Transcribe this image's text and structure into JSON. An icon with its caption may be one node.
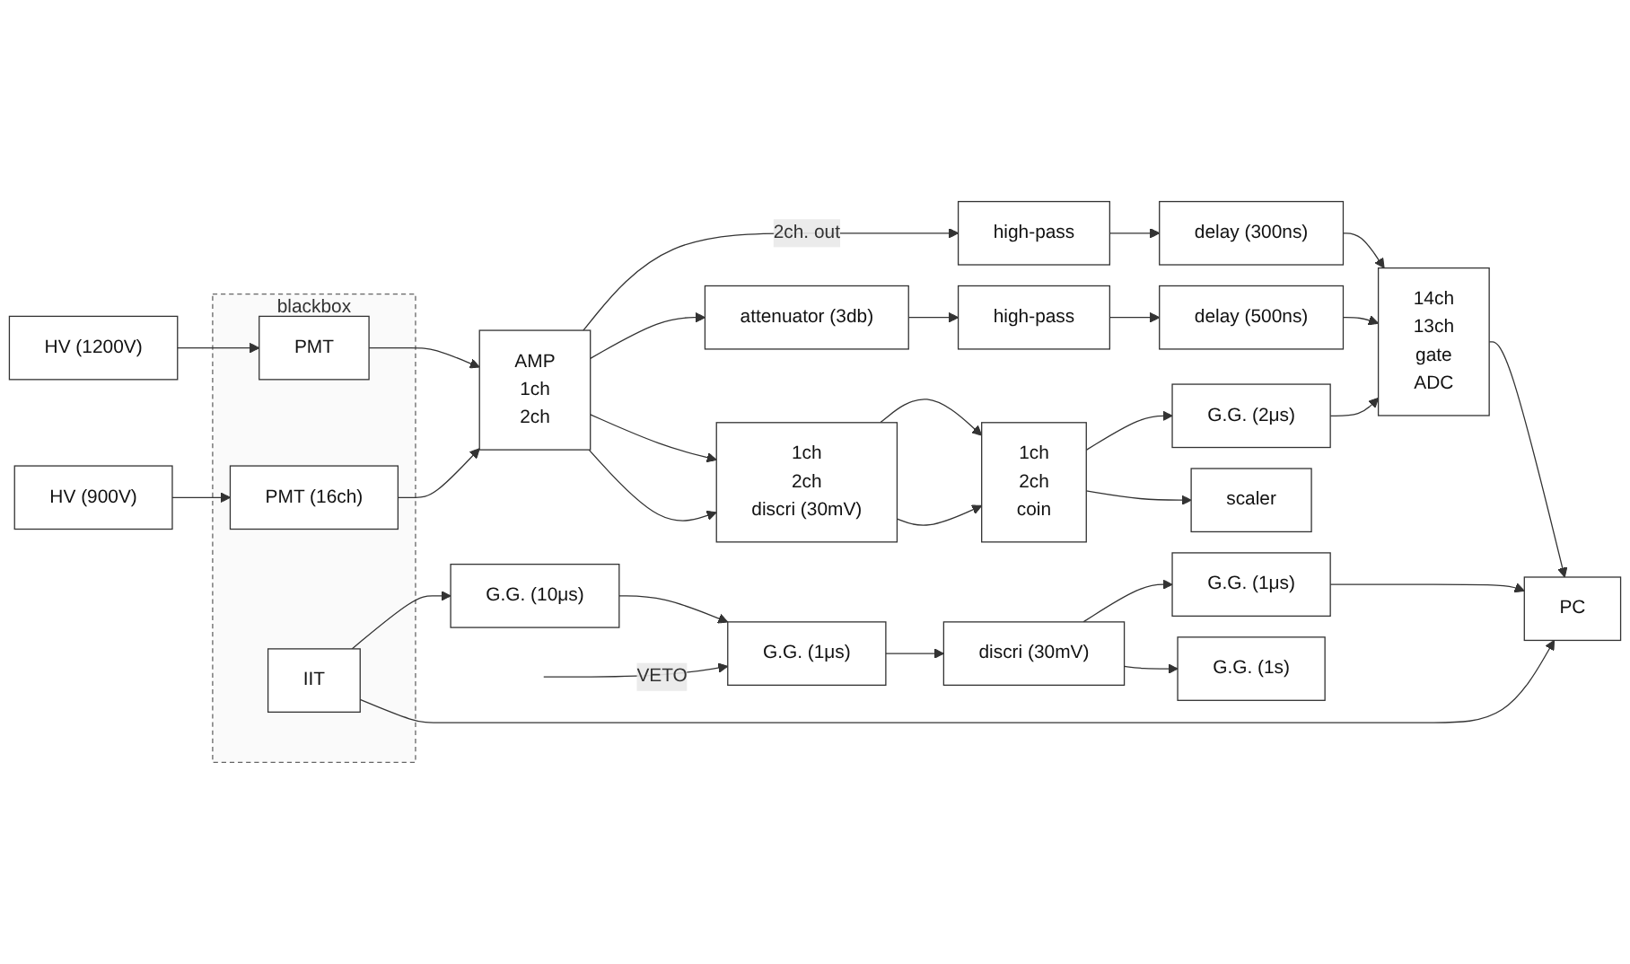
{
  "diagram": {
    "nodes": [
      {
        "text": [
          "HV (1200V)"
        ]
      },
      {
        "text": [
          "HV (900V)"
        ]
      },
      {
        "text": [
          "blackbox"
        ]
      },
      {
        "text": [
          "PMT"
        ],
        "in": 2
      },
      {
        "text": [
          "PMT (16ch)"
        ],
        "in": 2
      },
      {
        "text": [
          "IIT"
        ],
        "in": 2
      },
      {
        "text": [
          "AMP",
          "1ch",
          "2ch"
        ]
      },
      {
        "text": [
          "attenuator (3db)"
        ]
      },
      {
        "text": [
          "high-pass"
        ]
      },
      {
        "text": [
          "high-pass"
        ]
      },
      {
        "text": [
          "delay (300ns)"
        ]
      },
      {
        "text": [
          "delay (500ns)"
        ]
      },
      {
        "text": [
          "14ch",
          "13ch",
          "gate",
          "ADC"
        ]
      },
      {
        "text": [
          "1ch",
          "2ch",
          "discri (30mV)"
        ]
      },
      {
        "text": [
          "1ch",
          "2ch",
          "coin"
        ]
      },
      {
        "text": [
          "G.G. (2μs)"
        ]
      },
      {
        "text": [
          "scaler"
        ]
      },
      {
        "text": [
          "G.G. (10μs)"
        ]
      },
      {
        "text": [
          "G.G. (1μs)"
        ]
      },
      {
        "text": [
          "discri (30mV)"
        ]
      },
      {
        "text": [
          "G.G. (1μs)"
        ]
      },
      {
        "text": [
          "G.G. (1s)"
        ]
      },
      {
        "text": [
          "PC"
        ]
      }
    ],
    "edges": [
      {
        "from": 0,
        "to": 3,
        "arrow": "to"
      },
      {
        "from": 1,
        "to": 4,
        "arrow": "to"
      },
      {
        "from": 3,
        "to": 6,
        "arrow": "to"
      },
      {
        "from": 4,
        "to": 6,
        "arrow": "to"
      },
      {
        "from": 6,
        "to": 8,
        "arrow": "to",
        "label": "2ch. out"
      },
      {
        "from": 6,
        "to": 7,
        "arrow": "to"
      },
      {
        "from": 7,
        "to": 9,
        "arrow": "to"
      },
      {
        "from": 8,
        "to": 10,
        "arrow": "to"
      },
      {
        "from": 9,
        "to": 11,
        "arrow": "to"
      },
      {
        "from": 10,
        "to": 12,
        "arrow": "to"
      },
      {
        "from": 11,
        "to": 12,
        "arrow": "to"
      },
      {
        "from": 6,
        "to": 13,
        "arrow": "to"
      },
      {
        "from": 6,
        "to": 13,
        "arrow": "to"
      },
      {
        "from": 13,
        "to": 14,
        "arrow": "to"
      },
      {
        "from": 13,
        "to": 14,
        "arrow": "to"
      },
      {
        "from": 14,
        "to": 15,
        "arrow": "to"
      },
      {
        "from": 14,
        "to": 16,
        "arrow": "to"
      },
      {
        "from": 15,
        "to": 12,
        "arrow": "to"
      },
      {
        "from": 12,
        "to": 22,
        "arrow": "to"
      },
      {
        "from": 5,
        "to": 17,
        "arrow": "to"
      },
      {
        "from": 17,
        "to": 18,
        "arrow": "to"
      },
      {
        "from": 18,
        "to": 19,
        "arrow": "to"
      },
      {
        "from": null,
        "to": 18,
        "arrow": "to",
        "label": "VETO"
      },
      {
        "from": 19,
        "to": 20,
        "arrow": "to"
      },
      {
        "from": 19,
        "to": 21,
        "arrow": "to"
      },
      {
        "from": 20,
        "to": 22,
        "arrow": "to"
      },
      {
        "from": 5,
        "to": 22,
        "arrow": "to"
      }
    ]
  }
}
